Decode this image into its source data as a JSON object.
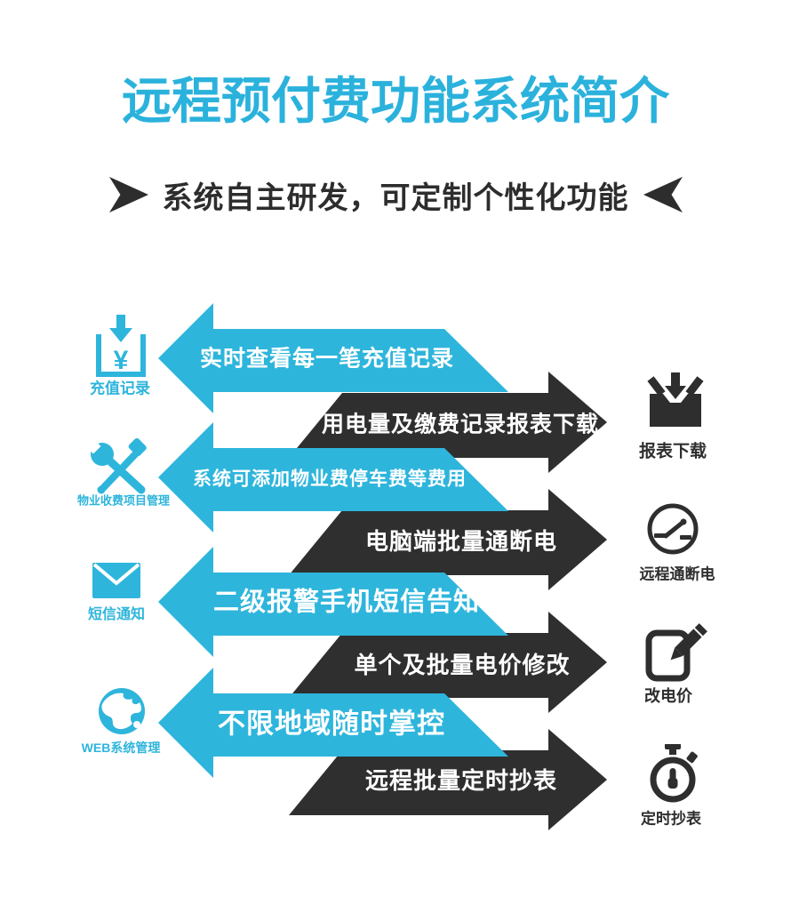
{
  "header": {
    "title": "远程预付费功能系统简介",
    "title_color": "#2BB2DC",
    "subtitle": "系统自主研发，可定制个性化功能",
    "subtitle_color": "#2D2D2D"
  },
  "colors": {
    "accent_cyan": "#2EB5DC",
    "arrow_dark": "#2F2F2F",
    "arrow_text": "#FFFFFF",
    "background": "#FFFFFF"
  },
  "diagram": {
    "arrow_rows": [
      {
        "direction": "left",
        "style": "cyan",
        "label": "实时查看每一笔充值记录"
      },
      {
        "direction": "right",
        "style": "dark",
        "label": "用电量及缴费记录报表下载"
      },
      {
        "direction": "left",
        "style": "cyan",
        "label": "系统可添加物业费停车费等费用"
      },
      {
        "direction": "right",
        "style": "dark",
        "label": "电脑端批量通断电"
      },
      {
        "direction": "left",
        "style": "cyan",
        "label": "二级报警手机短信告知"
      },
      {
        "direction": "right",
        "style": "dark",
        "label": "单个及批量电价修改"
      },
      {
        "direction": "left",
        "style": "cyan",
        "label": "不限地域随时掌控"
      },
      {
        "direction": "right",
        "style": "dark",
        "label": "远程批量定时抄表"
      }
    ],
    "left_icons": [
      {
        "icon": "recharge-download-icon",
        "label": "充值记录",
        "symbol": "¥"
      },
      {
        "icon": "tools-icon",
        "label": "物业收费项目管理"
      },
      {
        "icon": "sms-envelope-icon",
        "label": "短信通知"
      },
      {
        "icon": "globe-icon",
        "label": "WEB系统管理"
      }
    ],
    "right_icons": [
      {
        "icon": "report-download-icon",
        "label": "报表下载"
      },
      {
        "icon": "power-switch-icon",
        "label": "远程通断电"
      },
      {
        "icon": "edit-price-icon",
        "label": "改电价"
      },
      {
        "icon": "stopwatch-icon",
        "label": "定时抄表"
      }
    ]
  }
}
